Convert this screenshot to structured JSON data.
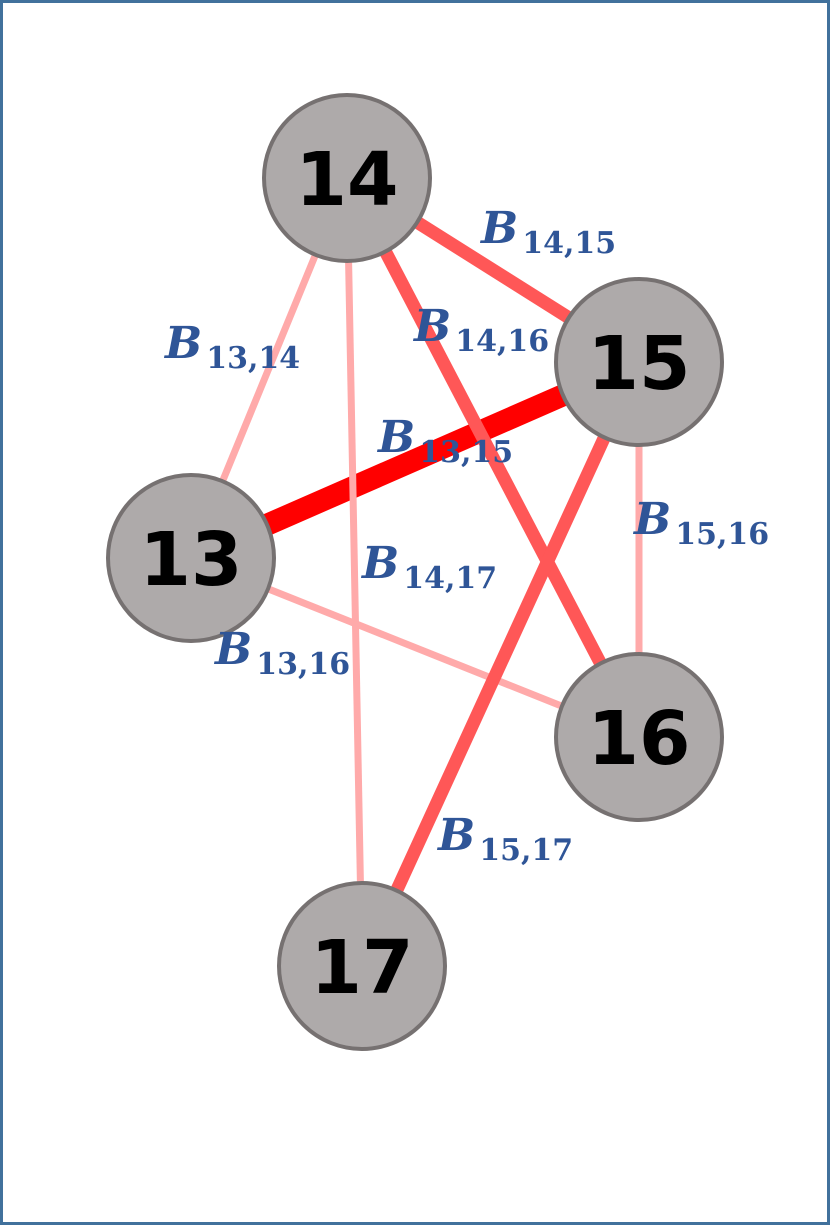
{
  "colors": {
    "frame": "#41719C",
    "node_fill": "#AEAAAA",
    "node_stroke": "#767171",
    "label": "#2F5597",
    "edge_strong": "#FF0000",
    "edge_medium": "#FF5757",
    "edge_weak": "#FFAAAA"
  },
  "nodes": [
    {
      "id": "13",
      "label": "13"
    },
    {
      "id": "14",
      "label": "14"
    },
    {
      "id": "15",
      "label": "15"
    },
    {
      "id": "16",
      "label": "16"
    },
    {
      "id": "17",
      "label": "17"
    }
  ],
  "edges": [
    {
      "from": "13",
      "to": "14",
      "strength": "weak",
      "label": {
        "symbol": "B",
        "subscript": "13,14"
      }
    },
    {
      "from": "13",
      "to": "15",
      "strength": "strong",
      "label": {
        "symbol": "B",
        "subscript": "13,15"
      }
    },
    {
      "from": "13",
      "to": "16",
      "strength": "weak",
      "label": {
        "symbol": "B",
        "subscript": "13,16"
      }
    },
    {
      "from": "14",
      "to": "15",
      "strength": "medium",
      "label": {
        "symbol": "B",
        "subscript": "14,15"
      }
    },
    {
      "from": "14",
      "to": "16",
      "strength": "medium",
      "label": {
        "symbol": "B",
        "subscript": "14,16"
      }
    },
    {
      "from": "14",
      "to": "17",
      "strength": "weak",
      "label": {
        "symbol": "B",
        "subscript": "14,17"
      }
    },
    {
      "from": "15",
      "to": "16",
      "strength": "weak",
      "label": {
        "symbol": "B",
        "subscript": "15,16"
      }
    },
    {
      "from": "15",
      "to": "17",
      "strength": "medium",
      "label": {
        "symbol": "B",
        "subscript": "15,17"
      }
    }
  ]
}
